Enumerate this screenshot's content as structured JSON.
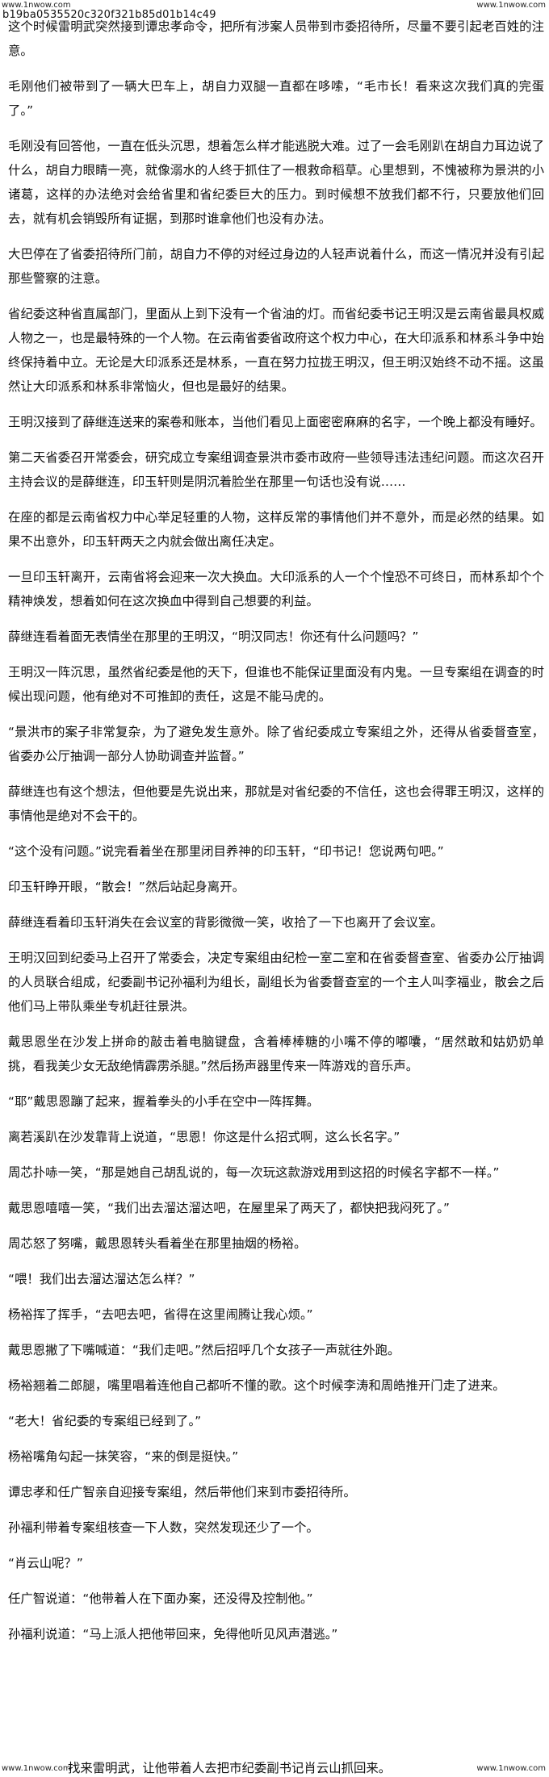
{
  "watermark": {
    "top_left": "www.1nwow.com",
    "top_right": "www.1nwow.com",
    "bottom_left": "www.1nwow.com",
    "bottom_right": "www.1nwow.com"
  },
  "doc_id": "b19ba0535520c320f321b85d01b14c49",
  "paragraphs": [
    "这个时候雷明武突然接到谭忠孝命令，把所有涉案人员带到市委招待所，尽量不要引起老百姓的注意。",
    "毛刚他们被带到了一辆大巴车上，胡自力双腿一直都在哆嗦，“毛市长！看来这次我们真的完蛋了。”",
    "毛刚没有回答他，一直在低头沉思，想着怎么样才能逃脱大难。过了一会毛刚趴在胡自力耳边说了什么，胡自力眼睛一亮，就像溺水的人终于抓住了一根救命稻草。心里想到，不愧被称为景洪的小诸葛，这样的办法绝对会给省里和省纪委巨大的压力。到时候想不放我们都不行，只要放他们回去，就有机会销毁所有证据，到那时谁拿他们也没有办法。",
    "大巴停在了省委招待所门前，胡自力不停的对经过身边的人轻声说着什么，而这一情况并没有引起那些警察的注意。",
    "省纪委这种省直属部门，里面从上到下没有一个省油的灯。而省纪委书记王明汉是云南省最具权威人物之一，也是最特殊的一个人物。在云南省委省政府这个权力中心，在大印派系和林系斗争中始终保持着中立。无论是大印派系还是林系，一直在努力拉拢王明汉，但王明汉始终不动不摇。这虽然让大印派系和林系非常恼火，但也是最好的结果。",
    "王明汉接到了薛继连送来的案卷和账本，当他们看见上面密密麻麻的名字，一个晚上都没有睡好。",
    "第二天省委召开常委会，研究成立专案组调查景洪市委市政府一些领导违法违纪问题。而这次召开主持会议的是薛继连，印玉轩则是阴沉着脸坐在那里一句话也没有说……",
    "在座的都是云南省权力中心举足轻重的人物，这样反常的事情他们并不意外，而是必然的结果。如果不出意外，印玉轩两天之内就会做出离任决定。",
    "一旦印玉轩离开，云南省将会迎来一次大换血。大印派系的人一个个惶恐不可终日，而林系却个个精神焕发，想着如何在这次换血中得到自己想要的利益。",
    "薛继连看着面无表情坐在那里的王明汉，“明汉同志！你还有什么问题吗？”",
    "王明汉一阵沉思，虽然省纪委是他的天下，但谁也不能保证里面没有内鬼。一旦专案组在调查的时候出现问题，他有绝对不可推卸的责任，这是不能马虎的。",
    "“景洪市的案子非常复杂，为了避免发生意外。除了省纪委成立专案组之外，还得从省委督查室，省委办公厅抽调一部分人协助调查并监督。”",
    "薛继连也有这个想法，但他要是先说出来，那就是对省纪委的不信任，这也会得罪王明汉，这样的事情他是绝对不会干的。",
    "“这个没有问题。”说完看着坐在那里闭目养神的印玉轩，“印书记！您说两句吧。”",
    "印玉轩睁开眼，“散会！”然后站起身离开。",
    "薛继连看着印玉轩消失在会议室的背影微微一笑，收拾了一下也离开了会议室。",
    "王明汉回到纪委马上召开了常委会，决定专案组由纪检一室二室和在省委督查室、省委办公厅抽调的人员联合组成，纪委副书记孙福利为组长，副组长为省委督查室的一个主人叫李福业，散会之后他们马上带队乘坐专机赶往景洪。",
    "戴思恩坐在沙发上拼命的敲击着电脑键盘，含着棒棒糖的小嘴不停的嘟囔，“居然敢和姑奶奶单挑，看我美少女无敌绝情霹雳杀腿。”然后扬声器里传来一阵游戏的音乐声。",
    "“耶”戴思恩蹦了起来，握着拳头的小手在空中一阵挥舞。",
    "离若溪趴在沙发靠背上说道，“思恩！你这是什么招式啊，这么长名字。”",
    "周芯扑哧一笑，“那是她自己胡乱说的，每一次玩这款游戏用到这招的时候名字都不一样。”",
    "戴思恩嘻嘻一笑，“我们出去溜达溜达吧，在屋里呆了两天了，都快把我闷死了。”",
    "周芯怒了努嘴，戴思恩转头看着坐在那里抽烟的杨裕。",
    "“喂！我们出去溜达溜达怎么样？”",
    "杨裕挥了挥手，“去吧去吧，省得在这里闹腾让我心烦。”",
    "戴思恩撇了下嘴喊道：“我们走吧。”然后招呼几个女孩子一声就往外跑。",
    "杨裕翘着二郎腿，嘴里唱着连他自己都听不懂的歌。这个时候李涛和周皓推开门走了进来。",
    "“老大！省纪委的专案组已经到了。”",
    "杨裕嘴角勾起一抹笑容，“来的倒是挺快。”",
    "谭忠孝和任广智亲自迎接专案组，然后带他们来到市委招待所。",
    "孙福利带着专案组核查一下人数，突然发现还少了一个。",
    "“肖云山呢？”",
    "任广智说道：“他带着人在下面办案，还没得及控制他。”",
    "孙福利说道：“马上派人把他带回来，免得他听见风声潜逃。”"
  ],
  "footer": {
    "partial_line": "找来雷明武，让他带着人去把市纪委副书记肖云山抓回来。"
  }
}
